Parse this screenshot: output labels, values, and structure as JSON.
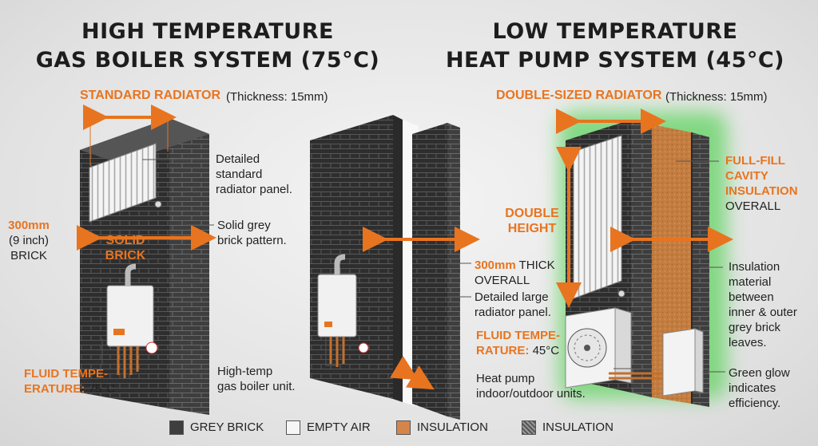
{
  "titles": {
    "left_line1": "HIGH TEMPERATURE",
    "left_line2": "GAS BOILER SYSTEM (75°C)",
    "right_line1": "LOW TEMPERATURE",
    "right_line2": "HEAT PUMP SYSTEM (45°C)"
  },
  "left": {
    "radiator_heading": "STANDARD RADIATOR",
    "thickness": "(Thickness: 15mm)",
    "radiator_note_1": "Detailed",
    "radiator_note_2": "standard",
    "radiator_note_3": "radiator panel.",
    "brick_note_1": "Solid grey",
    "brick_note_2": "brick pattern.",
    "wall_size": "300mm",
    "wall_size_inch": "(9 inch)",
    "wall_type": "BRICK",
    "solid_1": "SOLID",
    "solid_2": "BRICK",
    "fluid_1": "FLUID TEMPE-",
    "fluid_2": "ERATURE:",
    "fluid_value": "75°C"
  },
  "middle": {
    "thick_value": "300mm",
    "thick_word": "THICK",
    "overall": "OVERALL",
    "radiator_note_1": "Detailed large",
    "radiator_note_2": "radiator panel.",
    "boiler_note_1": "High-temp",
    "boiler_note_2": "gas boiler unit."
  },
  "right": {
    "radiator_heading": "DOUBLE-SIZED RADIATOR",
    "thickness": "(Thickness: 15mm)",
    "double_1": "DOUBLE",
    "double_2": "HEIGHT",
    "fullfill_1": "FULL-FILL",
    "fullfill_2": "CAVITY",
    "fullfill_3": "INSULATION",
    "fullfill_4": "OVERALL",
    "insul_note": [
      "Insulation",
      "material",
      "between",
      "inner & outer",
      "grey brick",
      "leaves."
    ],
    "fluid_1": "FLUID TEMPE-",
    "fluid_2": "RATURE:",
    "fluid_value": "45°C",
    "hp_note_1": "Heat pump",
    "hp_note_2": "indoor/outdoor units.",
    "glow_note_1": "Green glow",
    "glow_note_2": "indicates",
    "glow_note_3": "efficiency."
  },
  "legend": {
    "item1": "GREY BRICK",
    "item2": "EMPTY AIR",
    "item3": "INSULATION",
    "item4": "INSULATION"
  },
  "colors": {
    "accent": "#e8741f",
    "brick": "#3d3d3d",
    "insulation": "#c27a3e",
    "glow": "#5fd35f"
  }
}
